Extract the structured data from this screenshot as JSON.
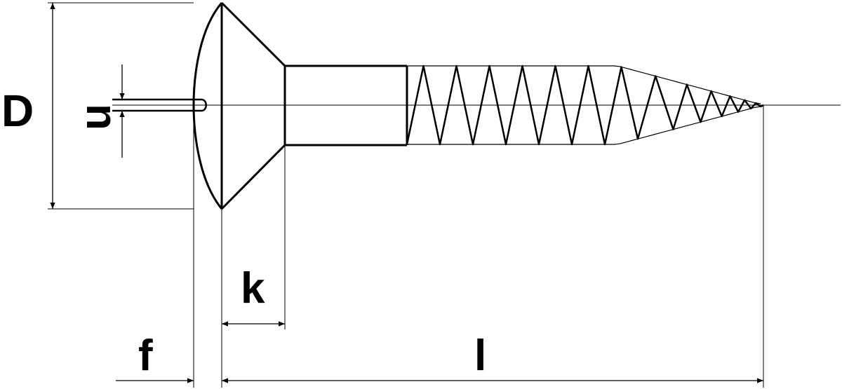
{
  "labels": {
    "D": "D",
    "n": "n",
    "k": "k",
    "f": "f",
    "l": "l"
  },
  "colors": {
    "stroke": "#000000",
    "background": "#ffffff"
  }
}
